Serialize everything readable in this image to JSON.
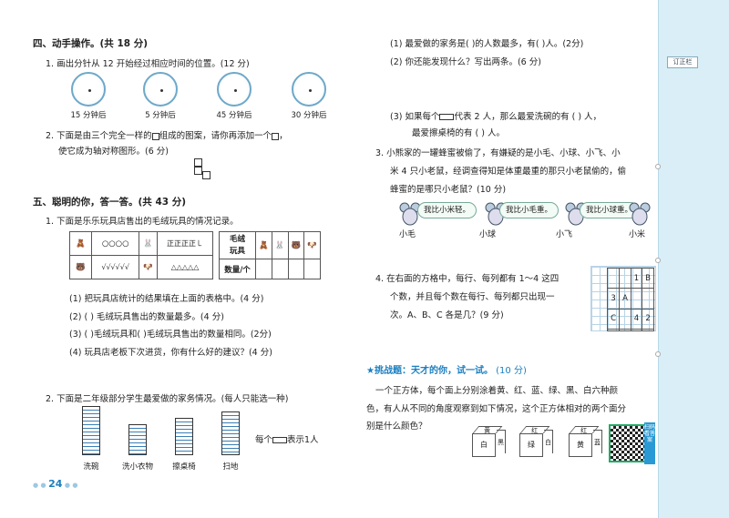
{
  "sidebar": {
    "tag": "订正栏"
  },
  "sec4": {
    "title": "四、动手操作。(共 18 分)",
    "q1": "1. 画出分针从 12 开始经过相应时间的位置。(12 分)",
    "clocks": [
      "15 分钟后",
      "5 分钟后",
      "45 分钟后",
      "30 分钟后"
    ],
    "q2_a": "2. 下面是由三个完全一样的",
    "q2_b": "组成的图案，请你再添加一个",
    "q2_c": "，",
    "q2_line2": "使它成为轴对称图形。(6 分)"
  },
  "sec5": {
    "title": "五、聪明的你，答一答。(共 43 分)",
    "q1": "1. 下面是乐乐玩具店售出的毛绒玩具的情况记录。",
    "tally": [
      {
        "marks": "○○○○",
        "tally": "正正正正㇄"
      },
      {
        "marks": "√√√√√√",
        "tally": "△△△△△"
      }
    ],
    "count_table": {
      "head1": "毛绒",
      "head2": "玩具",
      "row_label": "数量/个"
    },
    "subqs": [
      "(1) 把玩具店统计的结果填在上面的表格中。(4 分)",
      "(2) (      ) 毛绒玩具售出的数量最多。(4 分)",
      "(3) (      )毛绒玩具和(      )毛绒玩具售出的数量相同。(2分)",
      "(4) 玩具店老板下次进货，你有什么好的建议？(4 分)"
    ],
    "q2": "2. 下面是二年级部分学生最爱做的家务情况。(每人只能选一种)",
    "legend_a": "每个",
    "legend_b": "表示1人",
    "bar_chart": {
      "categories": [
        "洗碗",
        "洗小衣物",
        "擦桌椅",
        "扫地"
      ],
      "values": [
        16,
        10,
        12,
        14
      ]
    }
  },
  "right": {
    "r1": "(1) 最爱做的家务是(      )的人数最多，有(      )人。(2分)",
    "r2": "(2) 你还能发现什么？写出两条。(6 分)",
    "r3_a": "(3) 如果每个",
    "r3_b": "代表 2 人，那么最爱洗碗的有 (      ) 人，",
    "r3_line2": "最爱擦桌椅的有 (      ) 人。",
    "q3_line1": "3. 小熊家的一罐蜂蜜被偷了，有嫌疑的是小毛、小球、小飞、小",
    "q3_line2": "米 4 只小老鼠，经调查得知是体重最重的那只小老鼠偷的，偷",
    "q3_line3": "蜂蜜的是哪只小老鼠？(10 分)",
    "mice": [
      "小毛",
      "小球",
      "小飞",
      "小米"
    ],
    "bubbles": [
      "我比小米轻。",
      "我比小毛重。",
      "我比小球重。"
    ],
    "q4_line1": "4. 在右面的方格中，每行、每列都有 1～4 这四",
    "q4_line2": "个数，并且每个数在每行、每列都只出现一",
    "q4_line3": "次。A、B、C 各是几？(9 分)",
    "sudoku": [
      [
        "",
        "",
        "1",
        "B"
      ],
      [
        "3",
        "A",
        "",
        ""
      ],
      [
        "C",
        "",
        "4",
        "2"
      ],
      [
        "",
        "",
        "",
        ""
      ]
    ]
  },
  "challenge": {
    "label": "★挑战题：天才的你，试一试。",
    "score": "(10 分)",
    "line1": "一个正方体，每个面上分别涂着黄、红、蓝、绿、黑、白六种颜",
    "line2": "色，有人从不同的角度观察到如下情况，这个正方体相对的两个面分",
    "line3": "别是什么颜色？",
    "cubes": [
      {
        "top": "黄",
        "front": "白",
        "side": "黑"
      },
      {
        "top": "红",
        "front": "绿",
        "side": "白"
      },
      {
        "top": "红",
        "front": "黄",
        "side": "蓝"
      }
    ],
    "qr_tag": "扫码看答案"
  },
  "footer": {
    "page": "24"
  }
}
